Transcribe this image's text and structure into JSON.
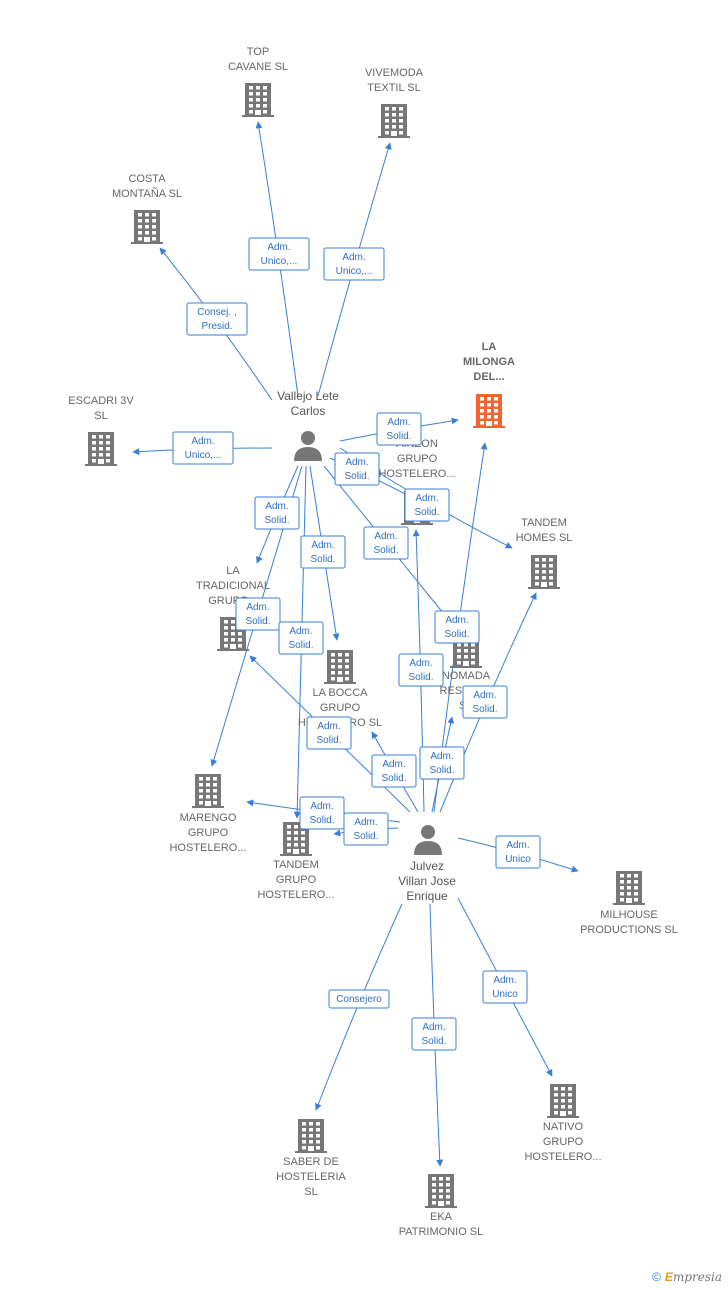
{
  "colors": {
    "accent": "#3a7fd5",
    "building": "#777777",
    "focus": "#f26432",
    "person": "#777777"
  },
  "footer": {
    "copyright": "©",
    "brand_initial": "E",
    "brand_rest": "mpresia"
  },
  "persons": [
    {
      "id": "p1",
      "lines": [
        "Vallejo Lete",
        "Carlos"
      ]
    },
    {
      "id": "p2",
      "lines": [
        "Julvez",
        "Villan Jose",
        "Enrique"
      ]
    }
  ],
  "companies": [
    {
      "id": "top",
      "lines": [
        "TOP",
        "CAVANE  SL"
      ]
    },
    {
      "id": "vivemoda",
      "lines": [
        "VIVEMODA",
        "TEXTIL  SL"
      ]
    },
    {
      "id": "costa",
      "lines": [
        "COSTA",
        "MONTAÑA SL"
      ]
    },
    {
      "id": "milonga",
      "lines": [
        "LA",
        "MILONGA",
        "DEL..."
      ],
      "focus": true
    },
    {
      "id": "escadri",
      "lines": [
        "ESCADRI 3V",
        "SL"
      ]
    },
    {
      "id": "ainzon",
      "lines": [
        "AINZON",
        "GRUPO",
        "HOSTELERO..."
      ]
    },
    {
      "id": "tandem_homes",
      "lines": [
        "TANDEM",
        "HOMES  SL"
      ]
    },
    {
      "id": "tradicional",
      "lines": [
        "LA",
        "TRADICIONAL",
        "GRUPO..."
      ]
    },
    {
      "id": "nomada",
      "lines": [
        "NOMADA",
        "RESTAU...",
        "SL"
      ]
    },
    {
      "id": "bocca",
      "lines": [
        "LA BOCCA",
        "GRUPO",
        "HOSTELERO SL"
      ]
    },
    {
      "id": "marengo",
      "lines": [
        "MARENGO",
        "GRUPO",
        "HOSTELERO..."
      ]
    },
    {
      "id": "tandem_grupo",
      "lines": [
        "TANDEM",
        "GRUPO",
        "HOSTELERO..."
      ]
    },
    {
      "id": "milhouse",
      "lines": [
        "MILHOUSE",
        "PRODUCTIONS SL"
      ]
    },
    {
      "id": "saber",
      "lines": [
        "SABER DE",
        "HOSTELERIA",
        "SL"
      ]
    },
    {
      "id": "eka",
      "lines": [
        "EKA",
        "PATRIMONIO SL"
      ]
    },
    {
      "id": "nativo",
      "lines": [
        "NATIVO",
        "GRUPO",
        "HOSTELERO..."
      ]
    }
  ],
  "relations": [
    {
      "from": "p1",
      "to": "top",
      "lines": [
        "Adm.",
        "Unico,..."
      ]
    },
    {
      "from": "p1",
      "to": "vivemoda",
      "lines": [
        "Adm.",
        "Unico,..."
      ]
    },
    {
      "from": "p1",
      "to": "costa",
      "lines": [
        "Consej. ,",
        "Presid."
      ]
    },
    {
      "from": "p1",
      "to": "escadri",
      "lines": [
        "Adm.",
        "Unico,..."
      ]
    },
    {
      "from": "p1",
      "to": "milonga",
      "lines": [
        "Adm.",
        "Solid."
      ]
    },
    {
      "from": "p1",
      "to": "tandem_homes",
      "lines": [
        "Adm.",
        "Solid."
      ]
    },
    {
      "from": "p1",
      "to": "nomada",
      "lines": [
        "Adm.",
        "Solid."
      ]
    },
    {
      "from": "p1",
      "to": "tradicional",
      "lines": [
        "Adm.",
        "Solid."
      ]
    },
    {
      "from": "p1",
      "to": "bocca",
      "lines": [
        "Adm.",
        "Solid."
      ]
    },
    {
      "from": "p1",
      "to": "marengo",
      "lines": [
        "Adm.",
        "Solid."
      ]
    },
    {
      "from": "p1",
      "to": "tandem_grupo",
      "lines": [
        "Adm.",
        "Solid."
      ]
    },
    {
      "from": "p1",
      "to": "ainzon",
      "lines": [
        "Adm.",
        "Solid."
      ]
    },
    {
      "from": "p2",
      "to": "milonga",
      "lines": [
        "Adm.",
        "Solid."
      ]
    },
    {
      "from": "p2",
      "to": "tandem_homes",
      "lines": [
        "Adm.",
        "Solid."
      ]
    },
    {
      "from": "p2",
      "to": "ainzon",
      "lines": [
        "Adm.",
        "Solid."
      ]
    },
    {
      "from": "p2",
      "to": "nomada",
      "lines": [
        "Adm.",
        "Solid."
      ]
    },
    {
      "from": "p2",
      "to": "tradicional",
      "lines": [
        "Adm.",
        "Solid."
      ]
    },
    {
      "from": "p2",
      "to": "bocca",
      "lines": [
        "Adm.",
        "Solid."
      ]
    },
    {
      "from": "p2",
      "to": "marengo",
      "lines": [
        "Adm.",
        "Solid."
      ]
    },
    {
      "from": "p2",
      "to": "tandem_grupo",
      "lines": [
        "Adm.",
        "Solid."
      ]
    },
    {
      "from": "p2",
      "to": "milhouse",
      "lines": [
        "Adm.",
        "Unico"
      ]
    },
    {
      "from": "p2",
      "to": "nativo",
      "lines": [
        "Adm.",
        "Unico"
      ]
    },
    {
      "from": "p2",
      "to": "saber",
      "lines": [
        "Consejero"
      ]
    },
    {
      "from": "p2",
      "to": "eka",
      "lines": [
        "Adm.",
        "Solid."
      ]
    }
  ]
}
